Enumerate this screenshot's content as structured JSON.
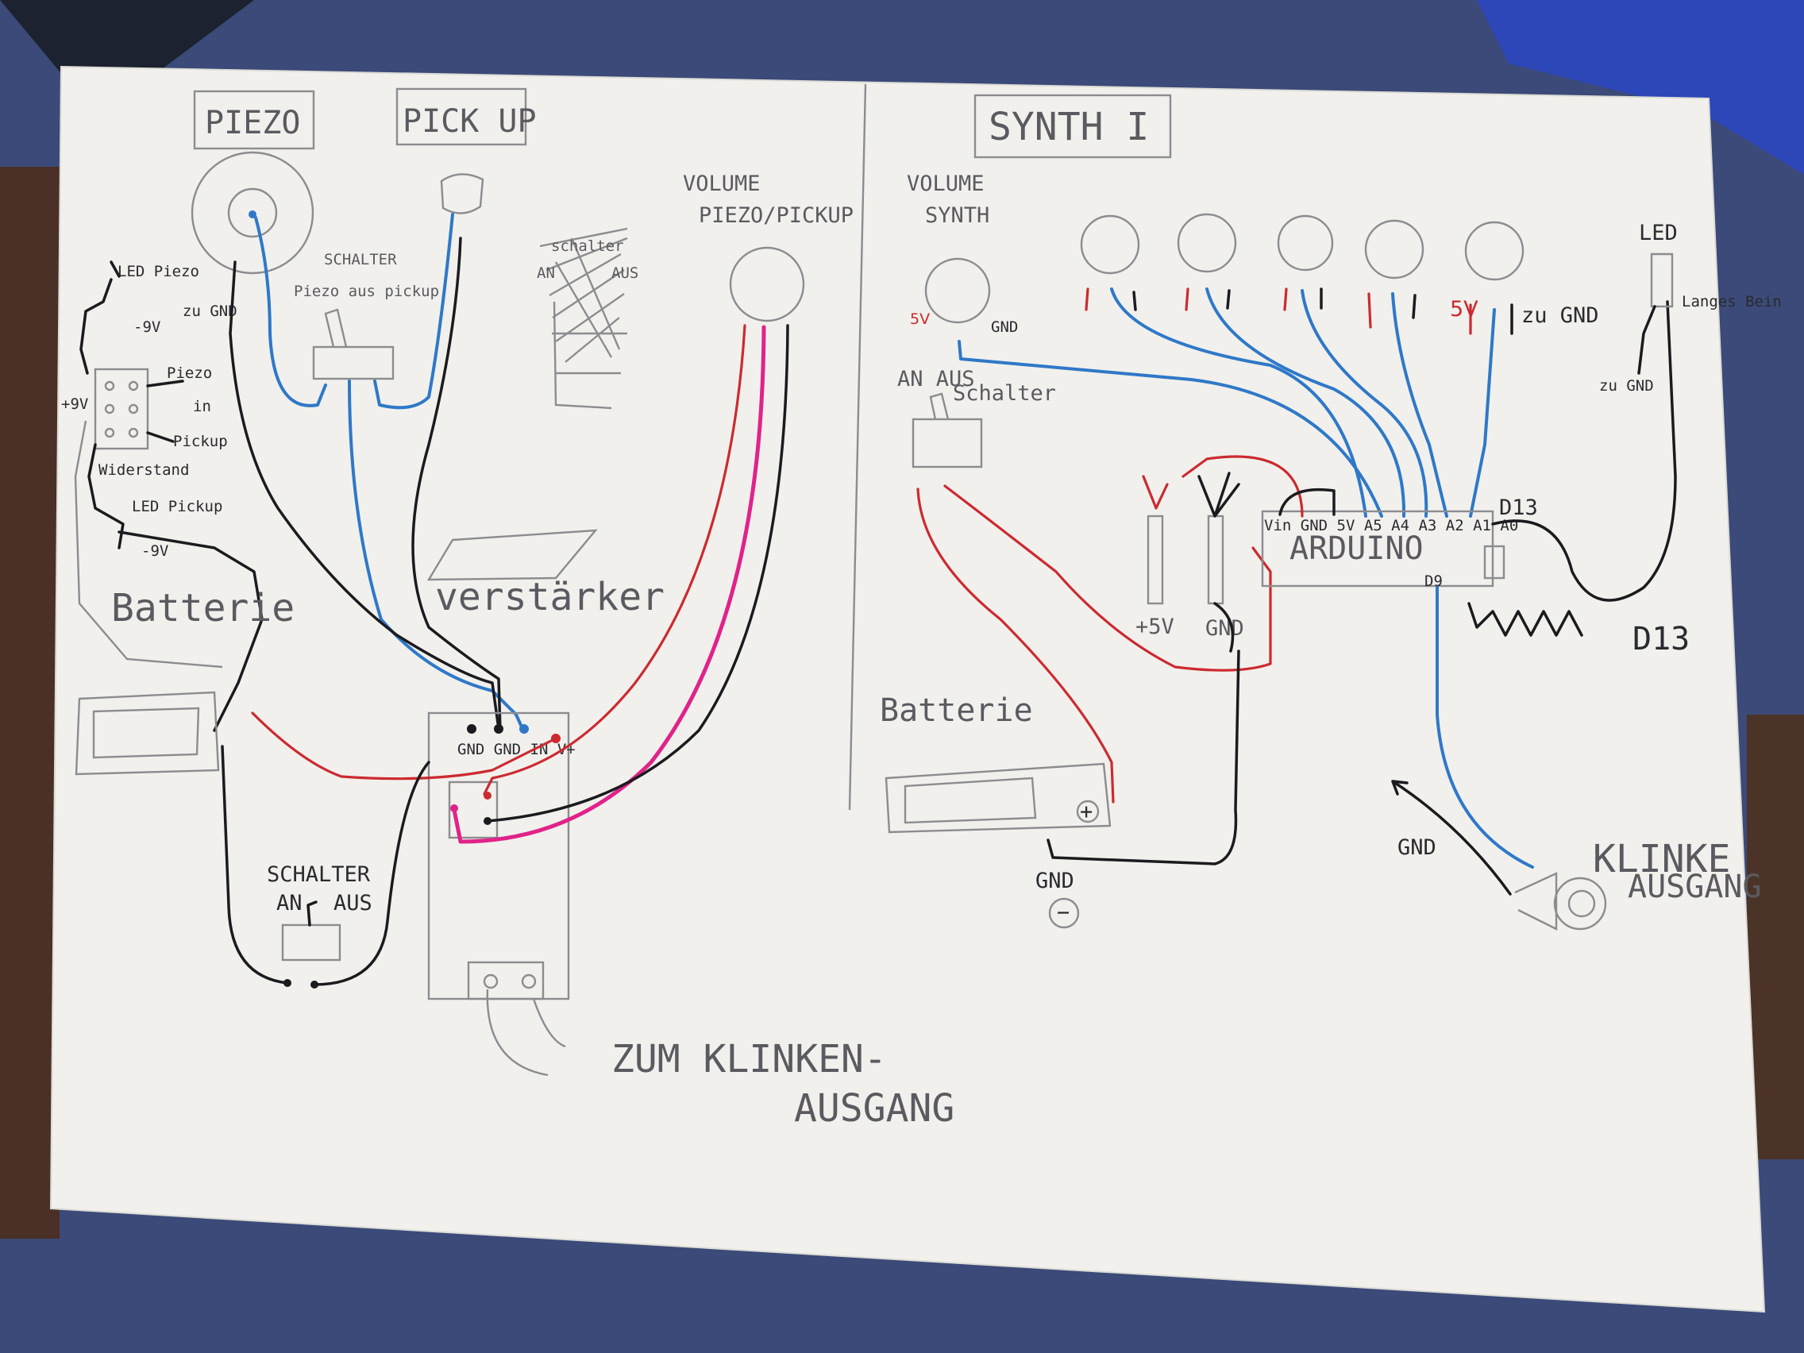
{
  "left_section": {
    "title_piezo": "PIEZO",
    "title_pickup": "PICK UP",
    "switch_label": "SCHALTER",
    "switch_sub": "Piezo aus  pickup",
    "zu_gnd": "zu GND",
    "led_piezo": "LED Piezo",
    "minus9v_1": "-9V",
    "plus9v": "+9V",
    "piezo": "Piezo",
    "in": "in",
    "pickup": "Pickup",
    "widerstand": "Widerstand",
    "led_pickup": "LED Pickup",
    "minus9v_2": "-9V",
    "batterie": "Batterie",
    "verstaerker": "verstärker",
    "volume_title": "VOLUME",
    "volume_sub": "PIEZO/PICKUP",
    "amp_pins": "GND GND IN V+",
    "schalter2": "SCHALTER",
    "an": "AN",
    "aus": "AUS",
    "klinken_1": "ZUM KLINKEN-",
    "klinken_2": "AUSGANG"
  },
  "right_section": {
    "title": "SYNTH I",
    "volume_title": "VOLUME",
    "volume_sub": "SYNTH",
    "v5_small": "5V",
    "gnd_small": "GND",
    "pot_5v": "5V",
    "zu_gnd": "zu GND",
    "an_aus": "AN AUS",
    "schalter": "Schalter",
    "arduino": "ARDUINO",
    "arduino_pins": "Vin GND 5V A5 A4 A3 A2 A1 A0",
    "d9": "D9",
    "d13_a": "D13",
    "d13_b": "D13",
    "led": "LED",
    "langes_bein": "Langes Bein",
    "zu_gnd_2": "zu GND",
    "plus5v": "+5V",
    "gnd_rail": "GND",
    "batterie": "Batterie",
    "gnd_bottom": "GND",
    "gnd_jack": "GND",
    "klinke_1": "KLINKE",
    "klinke_2": "AUSGANG"
  }
}
